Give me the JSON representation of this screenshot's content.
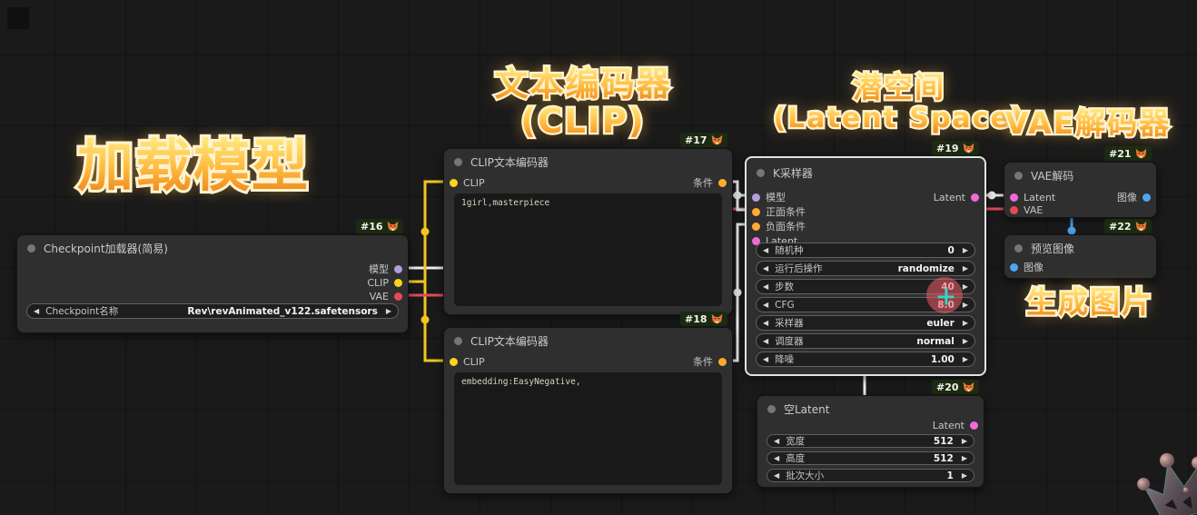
{
  "annotations": {
    "load_model": "加载模型",
    "text_encoder": {
      "line1": "文本编码器",
      "line2": "(CLIP)"
    },
    "latent_space": {
      "line1": "潜空间",
      "line2": "(Latent Space)"
    },
    "vae_decoder": "VAE解码器",
    "generate_image": "生成图片"
  },
  "colors": {
    "model_port": "#b39ddb",
    "clip_port": "#ffd21e",
    "vae_port": "#e5485a",
    "conditioning_port": "#ffa931",
    "latent_port": "#f06ad8",
    "image_port": "#4da6f0",
    "neutral_wire": "#ebebeb",
    "annotation_fill": "#ffb93e",
    "annotation_outline": "#fff3cf",
    "cursor_highlight": "#ec5f6a"
  },
  "nodes": {
    "checkpoint_loader": {
      "badge": "#16",
      "title": "Checkpoint加载器(简易)",
      "outputs": [
        {
          "label": "模型"
        },
        {
          "label": "CLIP"
        },
        {
          "label": "VAE"
        }
      ],
      "widgets": [
        {
          "label": "Checkpoint名称",
          "value": "Rev\\revAnimated_v122.safetensors"
        }
      ]
    },
    "clip_encode_positive": {
      "badge": "#17",
      "title": "CLIP文本编码器",
      "inputs": [
        {
          "label": "CLIP"
        }
      ],
      "outputs": [
        {
          "label": "条件"
        }
      ],
      "text": "1girl,masterpiece"
    },
    "clip_encode_negative": {
      "badge": "#18",
      "title": "CLIP文本编码器",
      "inputs": [
        {
          "label": "CLIP"
        }
      ],
      "outputs": [
        {
          "label": "条件"
        }
      ],
      "text": "embedding:EasyNegative,"
    },
    "ksampler": {
      "badge": "#19",
      "title": "K采样器",
      "inputs": [
        {
          "label": "模型"
        },
        {
          "label": "正面条件"
        },
        {
          "label": "负面条件"
        },
        {
          "label": "Latent"
        }
      ],
      "outputs": [
        {
          "label": "Latent"
        }
      ],
      "widgets": [
        {
          "label": "随机种",
          "value": "0"
        },
        {
          "label": "运行后操作",
          "value": "randomize"
        },
        {
          "label": "步数",
          "value": "40"
        },
        {
          "label": "CFG",
          "value": "8.0"
        },
        {
          "label": "采样器",
          "value": "euler"
        },
        {
          "label": "调度器",
          "value": "normal"
        },
        {
          "label": "降噪",
          "value": "1.00"
        }
      ]
    },
    "empty_latent": {
      "badge": "#20",
      "title": "空Latent",
      "outputs": [
        {
          "label": "Latent"
        }
      ],
      "widgets": [
        {
          "label": "宽度",
          "value": "512"
        },
        {
          "label": "高度",
          "value": "512"
        },
        {
          "label": "批次大小",
          "value": "1"
        }
      ]
    },
    "vae_decode": {
      "badge": "#21",
      "title": "VAE解码",
      "inputs": [
        {
          "label": "Latent"
        },
        {
          "label": "VAE"
        }
      ],
      "outputs": [
        {
          "label": "图像"
        }
      ]
    },
    "preview_image": {
      "badge": "#22",
      "title": "预览图像",
      "inputs": [
        {
          "label": "图像"
        }
      ]
    }
  }
}
